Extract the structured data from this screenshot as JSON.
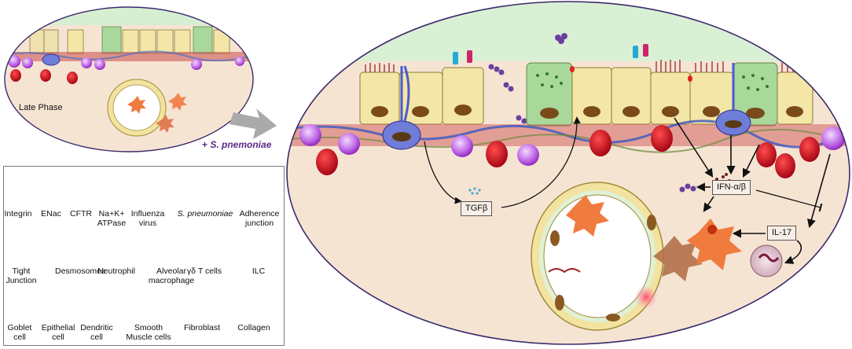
{
  "small_panel": {
    "phase_label": "Late Phase"
  },
  "arrow_label": {
    "prefix": "+ ",
    "species": "S. pnemoniae"
  },
  "main_panel": {
    "mediators": {
      "tgf": "TGFβ",
      "ifn": "IFN-α/β",
      "il17": "IL-17"
    }
  },
  "legend": {
    "row1": [
      {
        "label": "Integrin",
        "icon": "integrin-icon"
      },
      {
        "label": "ENac",
        "icon": "enac-icon"
      },
      {
        "label": "CFTR",
        "icon": "cftr-icon"
      },
      {
        "label": "Na+K+\nATPase",
        "icon": "atpase-icon"
      },
      {
        "label": "Influenza\nvirus",
        "icon": "influenza-virus-icon"
      },
      {
        "label": "S. pneumoniae",
        "icon": "pneumoniae-icon",
        "italic": true
      },
      {
        "label": "Adherence\njunction",
        "icon": "adherence-junction-icon"
      }
    ],
    "row2": [
      {
        "label": "Tight\nJunction",
        "icon": "tight-junction-icon"
      },
      {
        "label": "Desmosomes",
        "icon": "desmosome-icon"
      },
      {
        "label": "Neutrophil",
        "icon": "neutrophil-icon"
      },
      {
        "label": "Alveolar\nmacrophage",
        "icon": "macrophage-icon"
      },
      {
        "label": "γδ T cells",
        "icon": "gd-t-cell-icon"
      },
      {
        "label": "ILC",
        "icon": "ilc-icon"
      }
    ],
    "row3": [
      {
        "label": "Goblet\ncell",
        "icon": "goblet-cell-icon"
      },
      {
        "label": "Epithelial\ncell",
        "icon": "epithelial-cell-icon"
      },
      {
        "label": "Dendritic\ncell",
        "icon": "dendritic-cell-icon"
      },
      {
        "label": "Smooth\nMuscle cells",
        "icon": "smooth-muscle-icon"
      },
      {
        "label": "Fibroblast",
        "icon": "fibroblast-icon"
      },
      {
        "label": "Collagen",
        "icon": "collagen-icon"
      }
    ]
  },
  "colors": {
    "tissue": "#f6e4d3",
    "ellipse_border": "#3b2a6b",
    "epithelial": "#f3e6a6",
    "goblet": "#a8d89a",
    "ilc_red": "#cc1122",
    "gd_t_purple": "#b23adf",
    "macrophage_orange": "#f07b3f",
    "dendritic_blue": "#6f7cd8",
    "airway_green": "#cfe9c8"
  }
}
